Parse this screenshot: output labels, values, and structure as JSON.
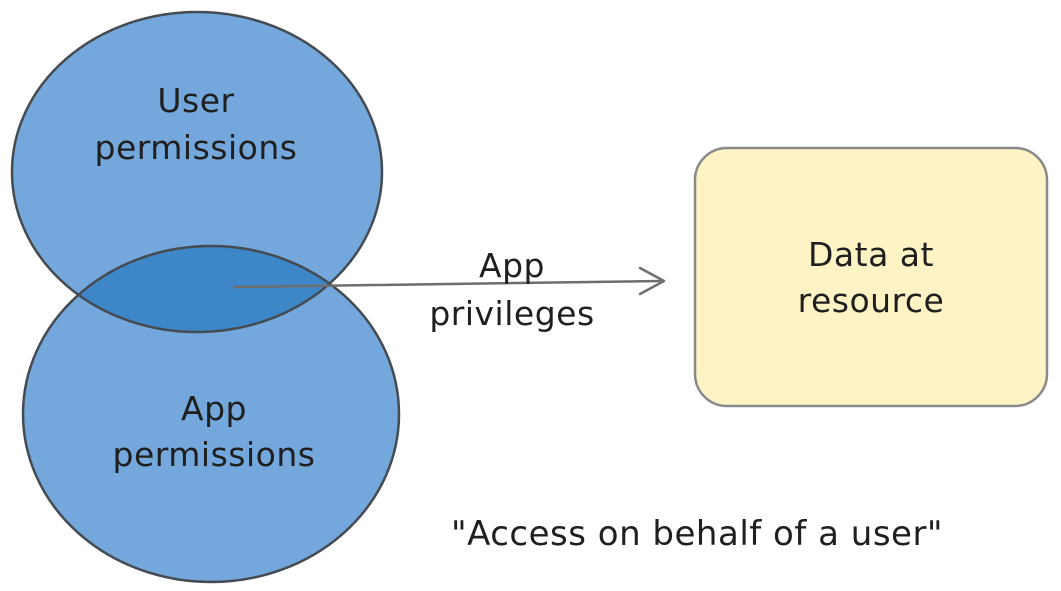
{
  "colors": {
    "circle_fill": "#74a8dc",
    "overlap_fill": "#3d87c9",
    "circle_stroke": "#454b52",
    "box_fill": "#fdf3c4",
    "box_stroke": "#8a8a8a",
    "arrow": "#6e6e6e",
    "text": "#1f1f1f"
  },
  "venn": {
    "top_circle": {
      "line1": "User",
      "line2": "permissions"
    },
    "bottom_circle": {
      "line1": "App",
      "line2": "permissions"
    }
  },
  "arrow": {
    "label_line1": "App",
    "label_line2": "privileges"
  },
  "resource_box": {
    "line1": "Data at",
    "line2": "resource"
  },
  "caption": "\"Access on behalf of a user\""
}
